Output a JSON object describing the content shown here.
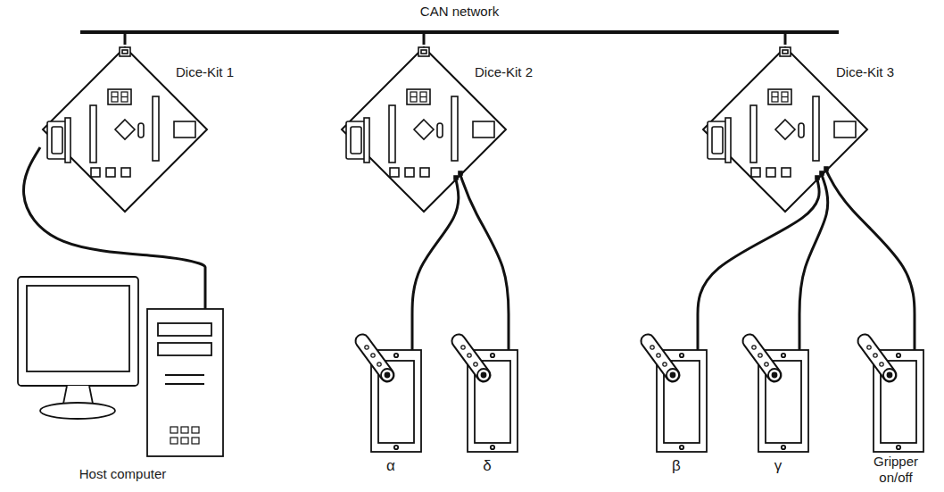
{
  "diagram": {
    "nodes": [
      {
        "text": [
          "CAN network"
        ]
      },
      {
        "text": [
          "Dice-Kit 1"
        ]
      },
      {
        "text": [
          "Dice-Kit 2"
        ]
      },
      {
        "text": [
          "Dice-Kit 3"
        ]
      },
      {
        "text": [
          "Host computer"
        ]
      },
      {
        "text": [
          "α"
        ]
      },
      {
        "text": [
          "δ"
        ]
      },
      {
        "text": [
          "β"
        ]
      },
      {
        "text": [
          "γ"
        ]
      },
      {
        "text": [
          "Gripper on/off"
        ]
      }
    ],
    "edges": [
      {
        "from": 1,
        "to": 0,
        "arrow": "none"
      },
      {
        "from": 2,
        "to": 0,
        "arrow": "none"
      },
      {
        "from": 3,
        "to": 0,
        "arrow": "none"
      },
      {
        "from": 1,
        "to": 4,
        "arrow": "none"
      },
      {
        "from": 2,
        "to": 5,
        "arrow": "none"
      },
      {
        "from": 2,
        "to": 6,
        "arrow": "none"
      },
      {
        "from": 3,
        "to": 7,
        "arrow": "none"
      },
      {
        "from": 3,
        "to": 8,
        "arrow": "none"
      },
      {
        "from": 3,
        "to": 9,
        "arrow": "none"
      }
    ]
  }
}
